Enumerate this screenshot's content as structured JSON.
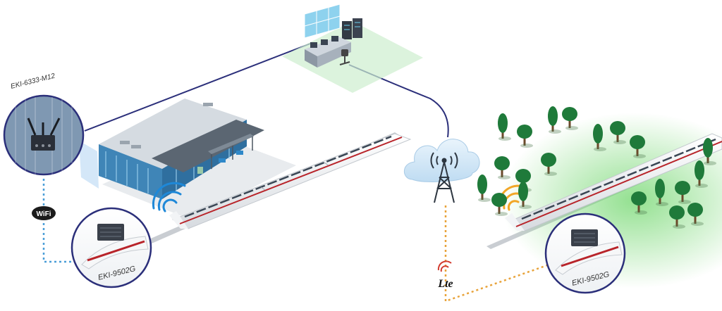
{
  "labels": {
    "station_device": "EKI-6333-M12",
    "train_device_left": "EKI-9502G",
    "train_device_right": "EKI-9502G",
    "wifi_badge": "WiFi",
    "lte_badge": "Lte"
  },
  "icons": {
    "control_center": "control-room-icon",
    "cloud": "cloud-icon",
    "tower": "cell-tower-icon",
    "wifi": "wifi-signal-icon",
    "lte": "lte-icon"
  },
  "colors": {
    "backbone_link": "#2b2f7a",
    "wifi_link": "#4a9ed8",
    "lte_link": "#e8a33a",
    "wifi_signal": "#1e88d8",
    "lte_signal": "#f2a627",
    "forest_glow": "#7fd67a",
    "tree": "#1f7a3a"
  }
}
